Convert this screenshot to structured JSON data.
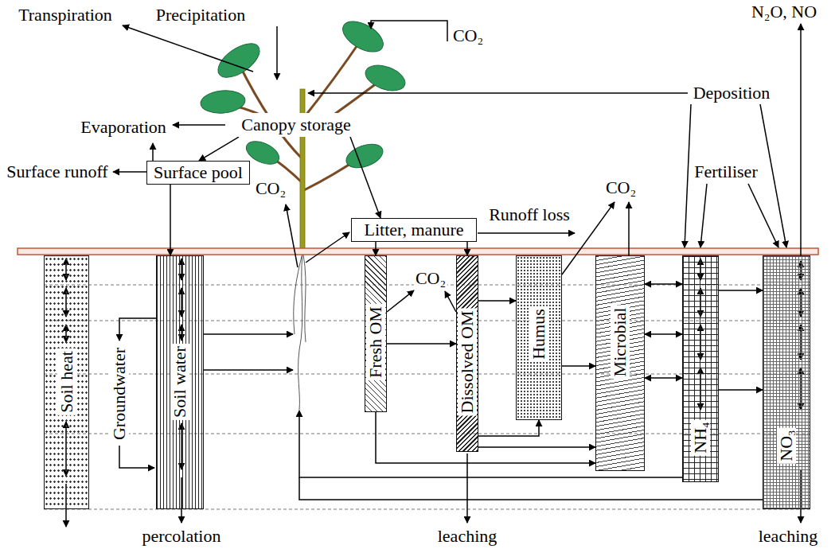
{
  "diagram": {
    "nodes": [
      {
        "text": [
          "Canopy storage"
        ]
      },
      {
        "text": [
          "Surface pool"
        ]
      },
      {
        "text": [
          "Litter, manure"
        ]
      },
      {
        "text": [
          "Soil heat"
        ]
      },
      {
        "text": [
          "Soil water"
        ]
      },
      {
        "text": [
          "Fresh OM"
        ]
      },
      {
        "text": [
          "Dissolved OM"
        ]
      },
      {
        "text": [
          "Humus"
        ]
      },
      {
        "text": [
          "Microbial"
        ]
      },
      {
        "text": [
          "NH₄"
        ]
      },
      {
        "text": [
          "NO₃"
        ]
      }
    ],
    "edges": [
      {
        "from": 0,
        "to": 1,
        "arrow": "to"
      },
      {
        "from": 0,
        "to": 2,
        "arrow": "to"
      },
      {
        "from": 1,
        "to": 4,
        "arrow": "to"
      },
      {
        "from": 2,
        "to": 5,
        "arrow": "to"
      },
      {
        "from": 2,
        "to": 6,
        "arrow": "to"
      },
      {
        "from": 5,
        "to": 6,
        "arrow": "to"
      },
      {
        "from": 6,
        "to": 7,
        "arrow": "to"
      },
      {
        "from": 6,
        "to": 7,
        "arrow": "to"
      },
      {
        "from": 7,
        "to": 8,
        "arrow": "to"
      },
      {
        "from": 6,
        "to": 8,
        "arrow": "to"
      },
      {
        "from": 5,
        "to": 8,
        "arrow": "to"
      },
      {
        "from": 8,
        "to": 9,
        "arrow": "both"
      },
      {
        "from": 8,
        "to": 9,
        "arrow": "both"
      },
      {
        "from": 8,
        "to": 9,
        "arrow": "both"
      },
      {
        "from": 9,
        "to": 10,
        "arrow": "to"
      },
      {
        "from": 9,
        "to": 10,
        "arrow": "to"
      }
    ],
    "labels": [
      "Transpiration",
      "Precipitation",
      "N₂O, NO",
      "CO₂",
      "Deposition",
      "Evaporation",
      "Surface runoff",
      "CO₂",
      "CO₂",
      "Fertiliser",
      "Runoff loss",
      "CO₂",
      "Groundwater",
      "percolation",
      "leaching",
      "leaching"
    ]
  }
}
